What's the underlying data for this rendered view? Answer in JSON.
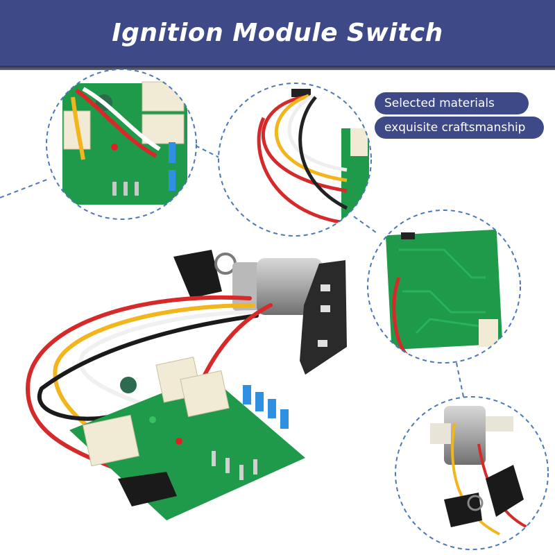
{
  "header": {
    "title": "Ignition Module Switch"
  },
  "features": [
    {
      "label": "Selected materials"
    },
    {
      "label": "exquisite craftsmanship"
    }
  ],
  "colors": {
    "brand": "#3e4a87",
    "pcb_green": "#1f9a4a",
    "wire_red": "#d62a2a",
    "wire_yellow": "#f2b51c",
    "dashed_circle": "#4a78b8"
  }
}
